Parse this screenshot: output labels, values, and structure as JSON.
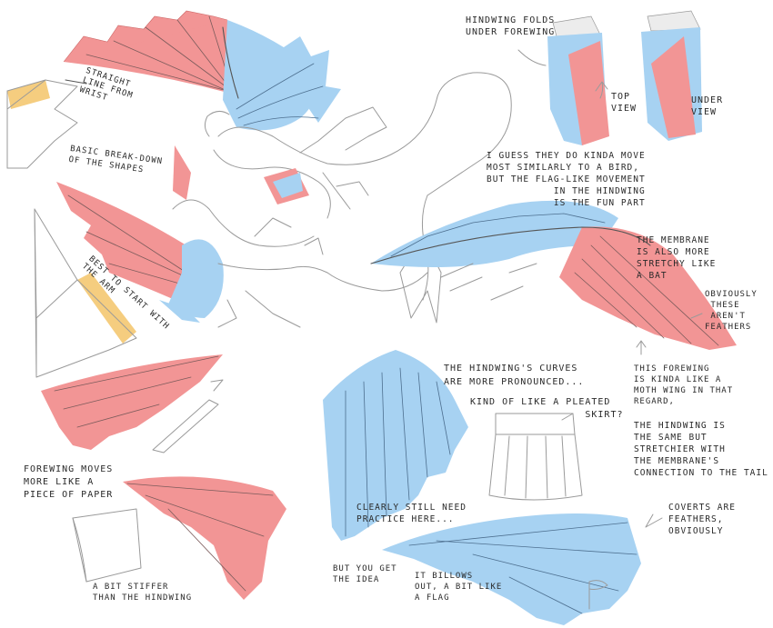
{
  "colors": {
    "membrane_red": "#f29595",
    "feather_blue": "#a7d2f2",
    "arm_yellow": "#f5cd7f",
    "pencil": "#9a9a9a"
  },
  "notes": {
    "hindwing_folds": "HINDWING FOLDS\nUNDER FOREWING",
    "top_view": "TOP\nVIEW",
    "under_view": "UNDER\nVIEW",
    "straight_line": "STRAIGHT\nLINE FROM\nWRIST",
    "basic_breakdown": "BASIC BREAK-DOWN\nOF THE SHAPES",
    "best_to_start": "BEST TO START WITH\nTHE ARM",
    "move_like_bird": "I GUESS THEY DO KINDA MOVE\nMOST SIMILARLY TO A BIRD,\nBUT THE FLAG-LIKE MOVEMENT\n           IN THE HINDWING\n           IS THE FUN PART",
    "membrane_stretchy": "THE MEMBRANE\nIS ALSO MORE\nSTRETCHY LIKE\nA BAT",
    "not_feathers": "OBVIOUSLY\n THESE\n AREN'T\nFEATHERS",
    "hindwing_curves": "THE HINDWING'S CURVES\nARE MORE PRONOUNCED...",
    "pleated_skirt": "KIND OF LIKE A PLEATED\n                  SKIRT?",
    "moth_wing": "THIS FOREWING\nIS KINDA LIKE A\nMOTH WING IN THAT\nREGARD,",
    "hindwing_same": "THE HINDWING IS\nTHE SAME BUT\nSTRETCHIER WITH\nTHE MEMBRANE'S\nCONNECTION TO THE TAIL",
    "forewing_paper": "FOREWING MOVES\nMORE LIKE A\nPIECE OF PAPER",
    "still_need_practice": "CLEARLY STILL NEED\nPRACTICE HERE...",
    "coverts": "COVERTS ARE\nFEATHERS,\nOBVIOUSLY",
    "get_the_idea": "BUT YOU GET\nTHE IDEA",
    "billows": "IT BILLOWS\nOUT, A BIT LIKE\nA FLAG",
    "bit_stiffer": "A BIT STIFFER\nTHAN THE HINDWING"
  }
}
